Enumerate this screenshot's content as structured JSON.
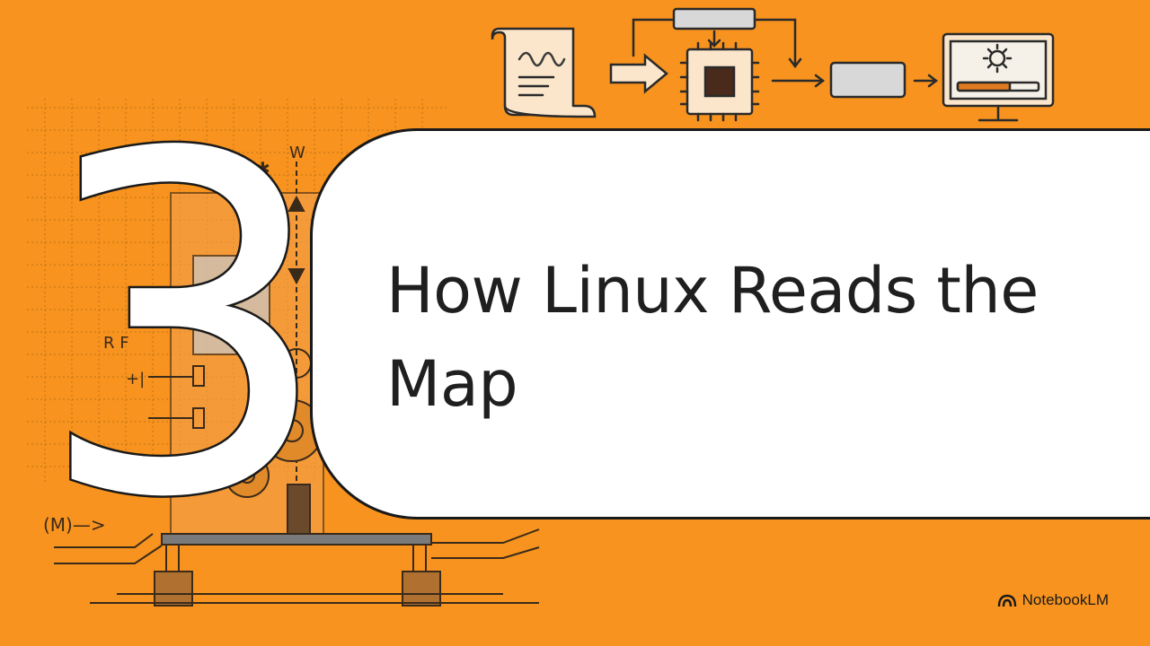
{
  "slide": {
    "chapter_number": "3",
    "title_line_1": "How Linux Reads the",
    "title_line_2": "Map"
  },
  "branding": {
    "name": "NotebookLM"
  },
  "colors": {
    "background": "#F7931E",
    "card": "#FFFFFF",
    "ink": "#1A1A1A"
  },
  "icons": [
    "scroll-document-icon",
    "arrow-right-icon",
    "cpu-chip-icon",
    "memory-block-icon",
    "monitor-icon",
    "gear-icon",
    "notebooklm-logo-icon"
  ]
}
